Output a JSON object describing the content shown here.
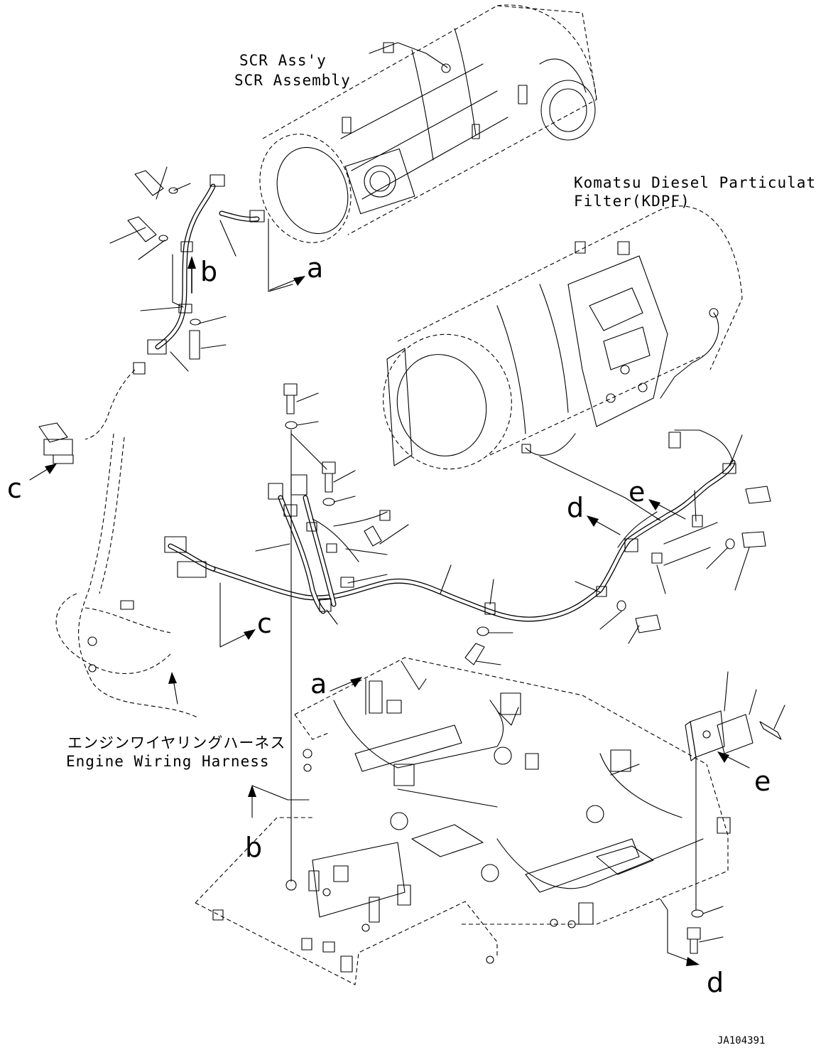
{
  "labels": {
    "scr_line1": "SCR Ass'y",
    "scr_line2": "SCR Assembly",
    "kdpf_line1": "Komatsu Diesel Particulate",
    "kdpf_line2": "Filter(KDPF)",
    "harness_jp": "エンジンワイヤリングハーネス",
    "harness_en": "Engine Wiring Harness",
    "drawing_code": "JA104391"
  },
  "callouts": {
    "a_top": "a",
    "a_bottom": "a",
    "b_top": "b",
    "b_bottom": "b",
    "c_left": "c",
    "c_mid": "c",
    "d_mid": "d",
    "d_bottom": "d",
    "e_mid": "e",
    "e_right": "e"
  }
}
